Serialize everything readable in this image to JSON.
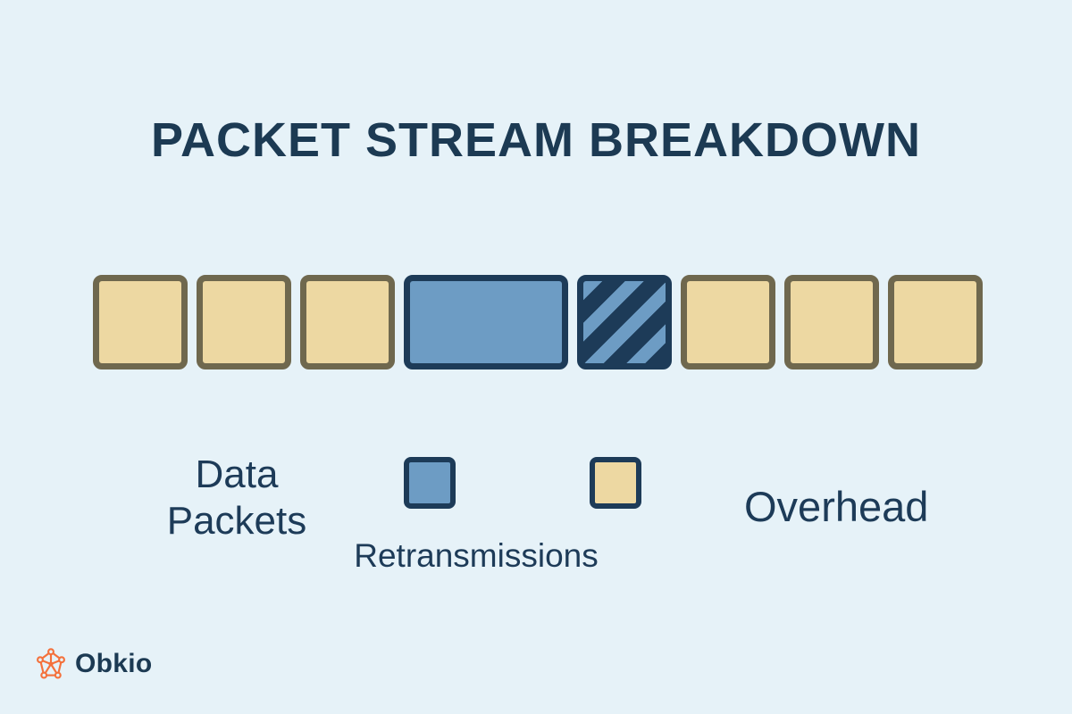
{
  "title": "PACKET STREAM BREAKDOWN",
  "stream": {
    "blocks": [
      {
        "type": "overhead"
      },
      {
        "type": "overhead"
      },
      {
        "type": "overhead"
      },
      {
        "type": "data",
        "wide": true
      },
      {
        "type": "retransmission"
      },
      {
        "type": "overhead"
      },
      {
        "type": "overhead"
      },
      {
        "type": "overhead"
      }
    ]
  },
  "legend": {
    "data_packets": "Data Packets",
    "retransmissions": "Retransmissions",
    "overhead": "Overhead"
  },
  "brand": {
    "name": "Obkio"
  },
  "colors": {
    "background": "#e6f2f8",
    "navy": "#1d3b58",
    "title_navy": "#1c3a53",
    "tan_fill": "#edd8a2",
    "tan_border": "#6f684e",
    "blue_fill": "#6d9cc4",
    "brand_orange": "#f4713c"
  }
}
